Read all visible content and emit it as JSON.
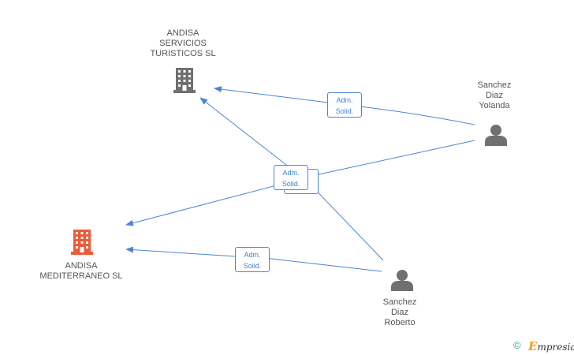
{
  "colors": {
    "edge": "#4a86d8",
    "company_gray": "#707070",
    "company_highlight": "#ee5a3a",
    "person": "#707070",
    "label_text": "#555555",
    "brand_accent": "#f29a12"
  },
  "nodes": {
    "company_servicios": {
      "label": "ANDISA\nSERVICIOS\nTURISTICOS SL",
      "icon": "building-icon"
    },
    "company_mediterraneo": {
      "label": "ANDISA\nMEDITERRANEO SL",
      "icon": "building-icon"
    },
    "person_yolanda": {
      "label": "Sanchez\nDiaz\nYolanda",
      "icon": "person-icon"
    },
    "person_roberto": {
      "label": "Sanchez\nDiaz\nRoberto",
      "icon": "person-icon"
    }
  },
  "edges": [
    {
      "from": "Sanchez Diaz Yolanda",
      "to": "ANDISA SERVICIOS TURISTICOS SL",
      "label": "Adm.\nSolid."
    },
    {
      "from": "Sanchez Diaz Yolanda",
      "to": "ANDISA MEDITERRANEO SL",
      "label": "Adm.\nSolid."
    },
    {
      "from": "Sanchez Diaz Roberto",
      "to": "ANDISA SERVICIOS TURISTICOS SL",
      "label": "Adm.\nSolid."
    },
    {
      "from": "Sanchez Diaz Roberto",
      "to": "ANDISA MEDITERRANEO SL",
      "label": "Adm.\nSolid."
    }
  ],
  "footer": {
    "copyright_symbol": "©",
    "brand_initial": "E",
    "brand_rest": "mpresia"
  }
}
